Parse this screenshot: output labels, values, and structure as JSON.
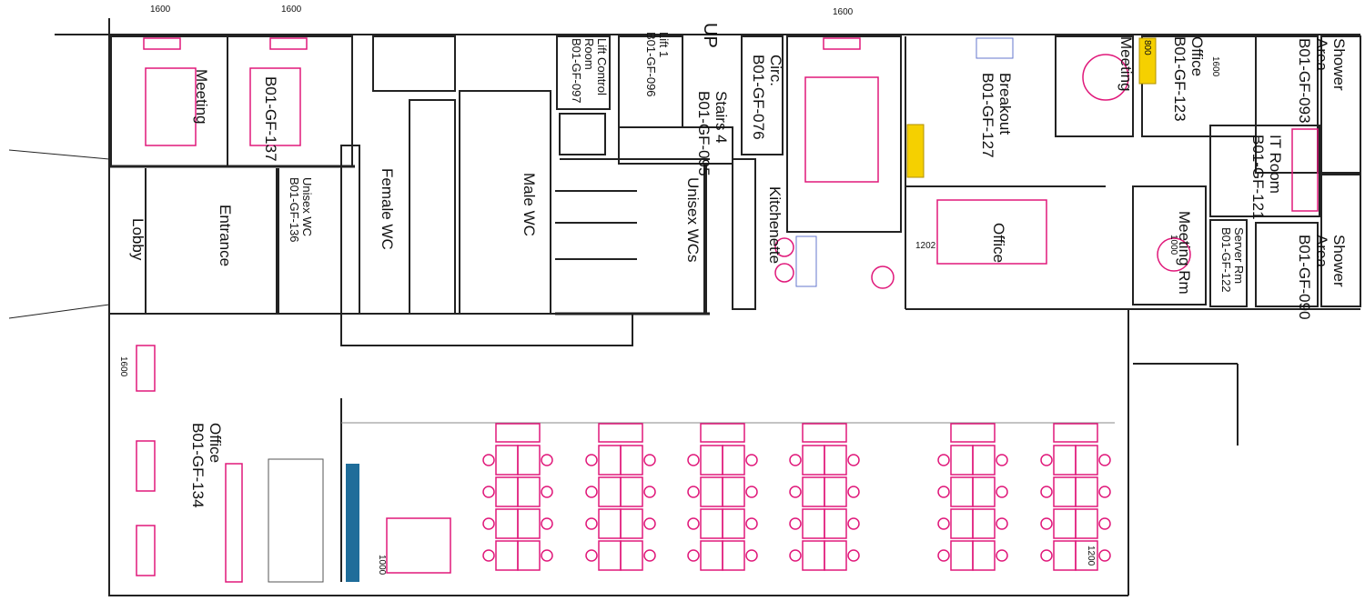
{
  "rooms": {
    "meeting_left": {
      "name": "Meeting"
    },
    "meeting_137": {
      "code": "B01-GF-137"
    },
    "lobby": {
      "name": "Lobby"
    },
    "entrance": {
      "name": "Entrance"
    },
    "unisex_wc": {
      "name": "Unisex WC",
      "code": "B01-GF-136"
    },
    "female_wc": {
      "name": "Female WC"
    },
    "male_wc": {
      "name": "Male WC"
    },
    "lift_control": {
      "name": "Lift Control Room",
      "code": "B01-GF-097"
    },
    "lift": {
      "name": "Lift 1",
      "code": "B01-GF-096"
    },
    "stairs": {
      "up": "UP",
      "name": "Stairs 4",
      "code": "B01-GF-095"
    },
    "circ": {
      "name": "Circ.",
      "code": "B01-GF-076"
    },
    "unisex_wcs": {
      "name": "Unisex WCs"
    },
    "kitchenette": {
      "name": "Kitchenette"
    },
    "breakout": {
      "name": "Breakout",
      "code": "B01-GF-127"
    },
    "office_mid": {
      "name": "Office"
    },
    "meeting_right": {
      "name": "Meeting"
    },
    "office_123": {
      "name": "Office",
      "code": "B01-GF-123"
    },
    "shower_093": {
      "name": "Shower",
      "sub": "Area",
      "code": "B01-GF-093"
    },
    "it_room": {
      "name": "IT Room",
      "code": "B01-GF-121"
    },
    "meeting_rm": {
      "name": "Meeting Rm"
    },
    "server_rm": {
      "name": "Server Rm",
      "code": "B01-GF-122"
    },
    "shower_090": {
      "name": "Shower",
      "sub": "Area",
      "code": "B01-GF-090"
    },
    "office_134": {
      "name": "Office",
      "code": "B01-GF-134"
    }
  },
  "dimensions": {
    "d1": "1600",
    "d2": "1600",
    "d3": "1600",
    "d4": "1600",
    "d5": "800",
    "d6": "1600",
    "d7": "1202",
    "d8": "1000",
    "d9": "1000",
    "d10": "1200"
  },
  "colors": {
    "wall": "#222222",
    "furniture": "#e0187a",
    "storage": "#f5d000",
    "cabinet": "#1f6d9a",
    "thin": "#888888"
  }
}
